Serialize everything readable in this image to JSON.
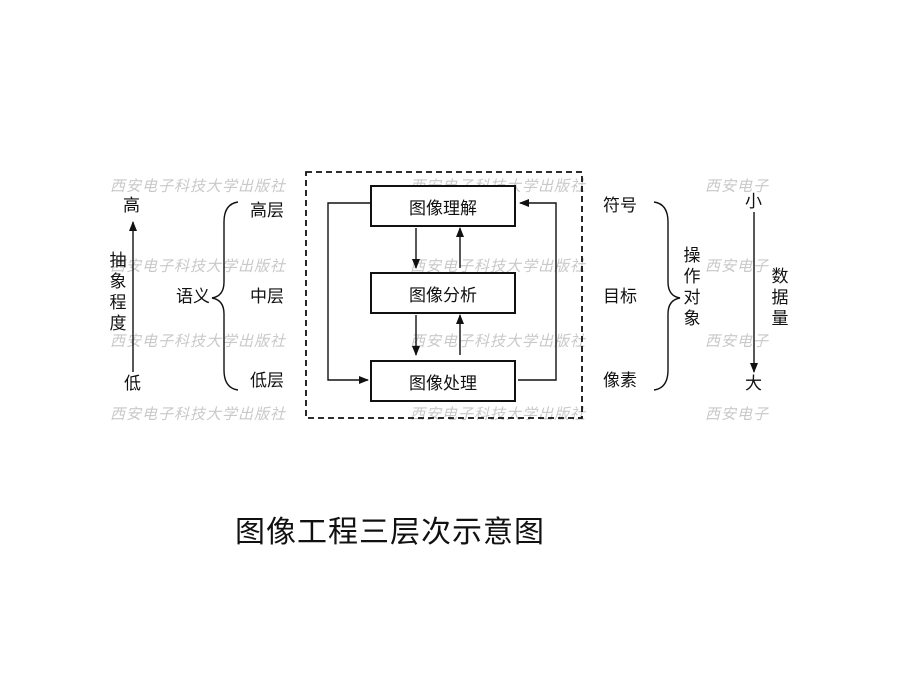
{
  "watermark": "西安电子科技大学出版社",
  "watermark_partial": "西安电子",
  "boxes": {
    "understanding": "图像理解",
    "analysis": "图像分析",
    "processing": "图像处理"
  },
  "left_axis": {
    "high": "高",
    "label": "抽象程度",
    "low": "低"
  },
  "semantic": {
    "label": "语义",
    "high": "高层",
    "mid": "中层",
    "low": "低层"
  },
  "objects": {
    "symbol": "符号",
    "target": "目标",
    "pixel": "像素",
    "label": "操作对象"
  },
  "right_axis": {
    "small": "小",
    "label": "数据量",
    "large": "大"
  },
  "caption": "图像工程三层次示意图"
}
